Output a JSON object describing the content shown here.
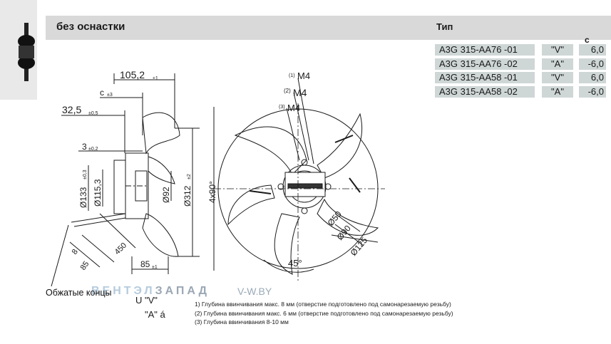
{
  "header": {
    "title": "без оснастки",
    "type_label": "Тип",
    "column_c": "c"
  },
  "types": [
    {
      "model": "A3G 315-AA76  -01",
      "mode": "\"V\"",
      "value": "6,0"
    },
    {
      "model": "A3G 315-AA76  -02",
      "mode": "\"A\"",
      "value": "-6,0"
    },
    {
      "model": "A3G 315-AA58  -01",
      "mode": "\"V\"",
      "value": "6,0"
    },
    {
      "model": "A3G 315-AA58  -02",
      "mode": "\"A\"",
      "value": "-6,0"
    }
  ],
  "side_view": {
    "dim_105": "105,2",
    "dim_105_tol": "±1",
    "dim_c": "c",
    "dim_c_tol": "±3",
    "dim_325": "32,5",
    "dim_325_tol": "±0,5",
    "dim_3": "3",
    "dim_3_tol": "±0,2",
    "dim_133": "Ø133",
    "dim_133_tol": "±0,3",
    "dim_115": "Ø115,3",
    "dim_92": "Ø92",
    "dim_312": "Ø312",
    "dim_312_tol": "±2",
    "dim_85_bottom": "85",
    "dim_85_bottom_tol": "±1",
    "dim_8": "8",
    "dim_85_diag": "85",
    "dim_450": "450"
  },
  "front_view": {
    "m4_1_ref": "(1)",
    "m4_1": "M4",
    "m4_2_ref": "(2)",
    "m4_2": "M4",
    "m4_3_ref": "(3)",
    "m4_3": "M4",
    "dim_4x90": "4x90°",
    "dim_45": "45°",
    "dim_50": "Ø50",
    "dim_90": "Ø90",
    "dim_125": "Ø125"
  },
  "caption": "Обжатые концы",
  "leads": {
    "v": "U \"V\"",
    "a": "\"A\" á"
  },
  "watermark": {
    "left": "ВЕНТЭЛ",
    "right": "ЗАПАД",
    "site": "V-W.BY"
  },
  "notes": [
    "1)  Глубина ввинчивания макс. 8 мм (отверстие подготовлено под самонарезаемую резьбу)",
    "(2) Глубина ввинчивания макс. 6 мм (отверстие подготовлено под самонарезаемую резьбу)",
    "(3) Глубина ввинчивания 8-10 мм"
  ],
  "colors": {
    "header_band": "#d9d9d9",
    "table_cell": "#cfd6d6",
    "left_strip": "#e9e9e9"
  }
}
